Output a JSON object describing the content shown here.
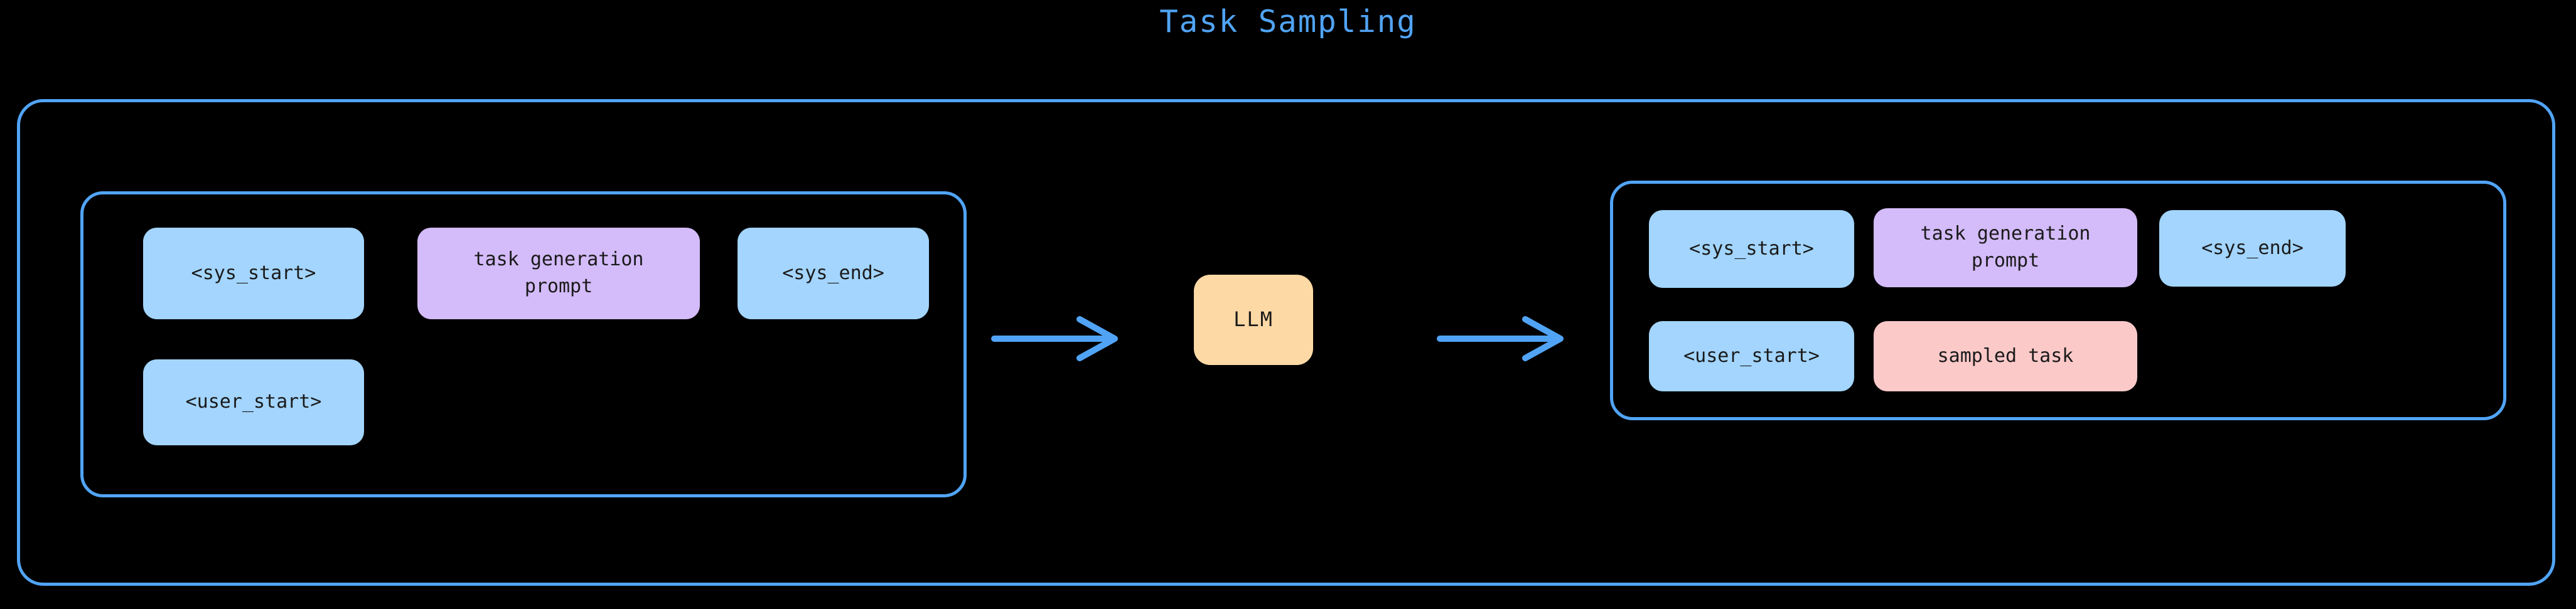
{
  "title": "Task Sampling",
  "colors": {
    "background": "#000000",
    "accent_border": "#51A4F5",
    "chip_blue": "#A3D5FE",
    "chip_purple": "#D4BBF9",
    "chip_pink": "#FCC9C9",
    "chip_peach": "#FDD9A5",
    "chip_text": "#1a1a1a",
    "title_text": "#51A4F5"
  },
  "input_panel": {
    "chips": [
      {
        "label": "<sys_start>",
        "color": "blue"
      },
      {
        "label": "task generation\nprompt",
        "color": "purple"
      },
      {
        "label": "<sys_end>",
        "color": "blue"
      },
      {
        "label": "<user_start>",
        "color": "blue"
      }
    ]
  },
  "model": {
    "label": "LLM"
  },
  "arrows": {
    "input_arrow": "arrow-right",
    "output_arrow": "arrow-right"
  },
  "output_panel": {
    "chips": [
      {
        "label": "<sys_start>",
        "color": "blue"
      },
      {
        "label": "task generation\nprompt",
        "color": "purple"
      },
      {
        "label": "<sys_end>",
        "color": "blue"
      },
      {
        "label": "<user_start>",
        "color": "blue"
      },
      {
        "label": "sampled task",
        "color": "pink"
      }
    ]
  }
}
